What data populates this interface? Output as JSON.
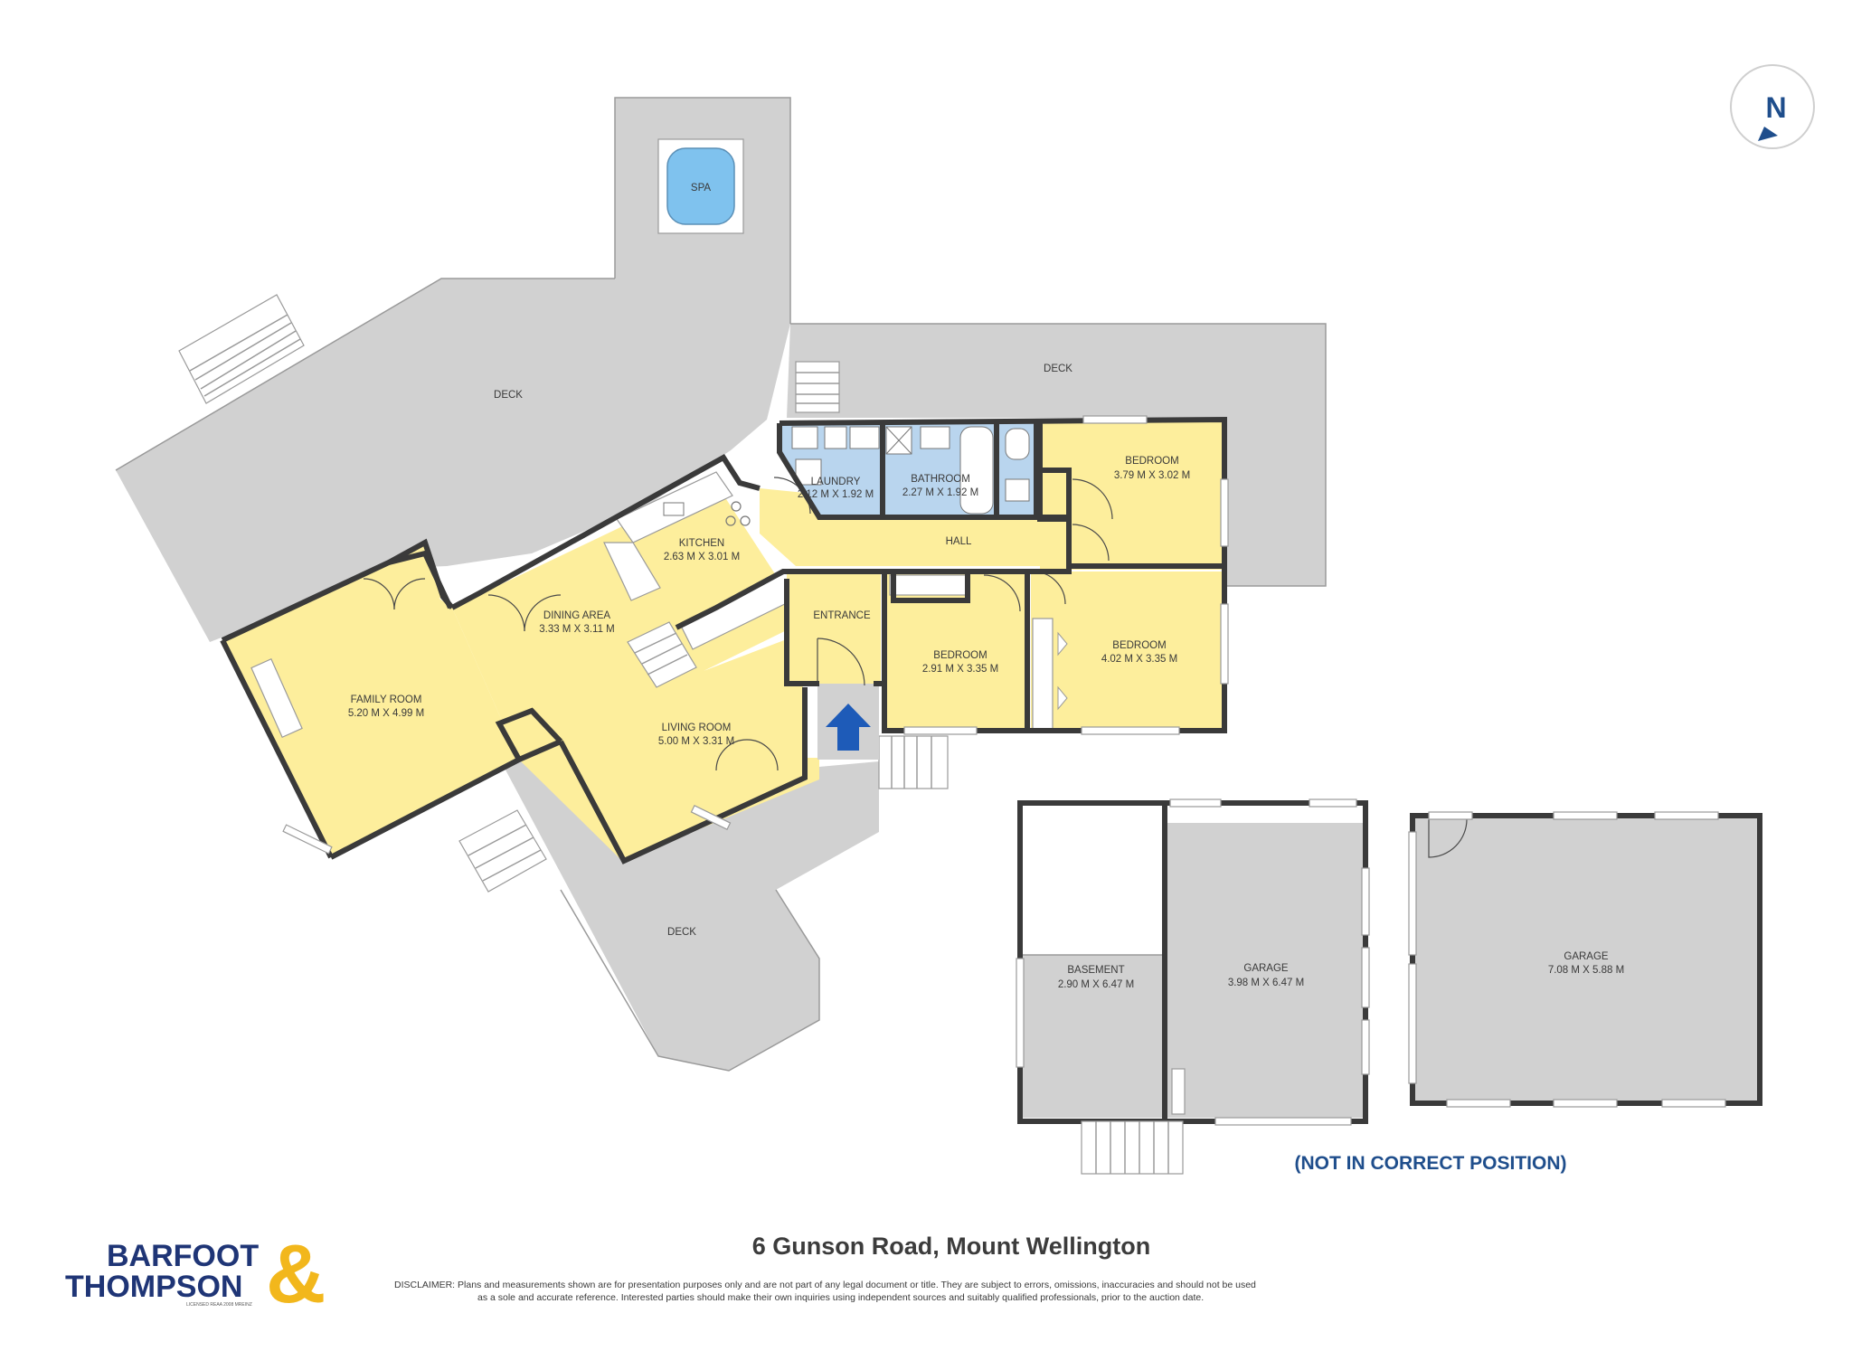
{
  "address": "6 Gunson Road, Mount Wellington",
  "not_in_position": "(NOT IN CORRECT POSITION)",
  "disclaimer": {
    "line1": "DISCLAIMER: Plans and measurements shown are for presentation purposes only and are not part of any legal document or title. They are subject to errors, omissions, inaccuracies and should not be used",
    "line2": "as a sole and accurate reference. Interested parties should make their own inquiries using independent sources and suitably qualified professionals, prior to the auction date."
  },
  "logo": {
    "line1": "BARFOOT",
    "line2": "THOMPSON",
    "ampersand": "&",
    "license": "LICENSED REAA 2008 MREINZ"
  },
  "compass": {
    "label": "N"
  },
  "rooms": {
    "spa": {
      "name": "SPA"
    },
    "deck_west": {
      "name": "DECK"
    },
    "deck_north": {
      "name": "DECK"
    },
    "deck_south": {
      "name": "DECK"
    },
    "laundry": {
      "name": "LAUNDRY",
      "dims": "2.12 M X 1.92 M"
    },
    "bathroom": {
      "name": "BATHROOM",
      "dims": "2.27 M X 1.92 M"
    },
    "bedroom_ne": {
      "name": "BEDROOM",
      "dims": "3.79 M X 3.02 M"
    },
    "kitchen": {
      "name": "KITCHEN",
      "dims": "2.63 M X 3.01 M"
    },
    "hall": {
      "name": "HALL"
    },
    "dining": {
      "name": "DINING AREA",
      "dims": "3.33 M X 3.11 M"
    },
    "entrance": {
      "name": "ENTRANCE"
    },
    "bedroom_mid": {
      "name": "BEDROOM",
      "dims": "2.91 M X 3.35 M"
    },
    "bedroom_east": {
      "name": "BEDROOM",
      "dims": "4.02 M X 3.35 M"
    },
    "family": {
      "name": "FAMILY ROOM",
      "dims": "5.20 M X 4.99 M"
    },
    "living": {
      "name": "LIVING ROOM",
      "dims": "5.00 M X 3.31 M"
    },
    "basement": {
      "name": "BASEMENT",
      "dims": "2.90 M X 6.47 M"
    },
    "garage1": {
      "name": "GARAGE",
      "dims": "3.98 M X 6.47 M"
    },
    "garage2": {
      "name": "GARAGE",
      "dims": "7.08 M X 5.88 M"
    }
  },
  "colors": {
    "living_fill": "#fdee9c",
    "wet_fill": "#b9d5ee",
    "outdoor_fill": "#d1d1d1",
    "wall": "#3a3a3a",
    "brand_navy": "#1f3576",
    "brand_gold": "#f2b71c",
    "entry_arrow": "#1e5bb8"
  }
}
